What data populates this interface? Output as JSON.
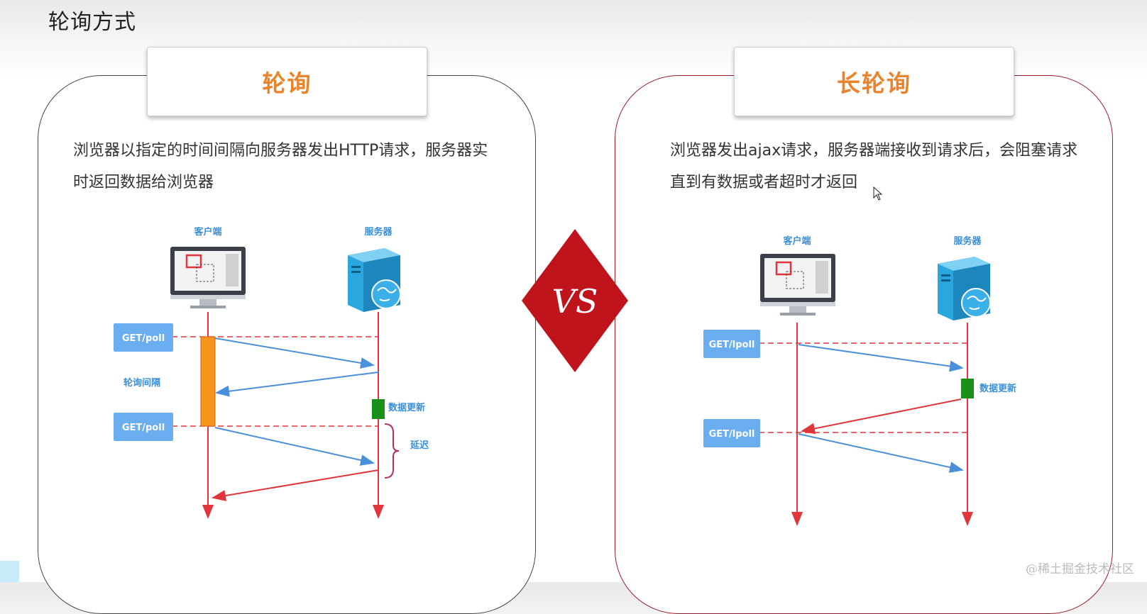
{
  "slide": {
    "title": "轮询方式",
    "watermark": "@稀土掘金技术社区"
  },
  "left_panel": {
    "tab_title": "轮询",
    "description": "浏览器以指定的时间间隔向服务器发出HTTP请求，服务器实时返回数据给浏览器",
    "diagram": {
      "client_label": "客户端",
      "server_label": "服务器",
      "request1_label": "GET/poll",
      "request2_label": "GET/poll",
      "interval_label": "轮询间隔",
      "update_label": "数据更新",
      "delay_label": "延迟"
    }
  },
  "vs_badge": {
    "text": "VS",
    "color": "#c0141c"
  },
  "right_panel": {
    "tab_title": "长轮询",
    "description": "浏览器发出ajax请求，服务器端接收到请求后，会阻塞请求直到有数据或者超时才返回",
    "diagram": {
      "client_label": "客户端",
      "server_label": "服务器",
      "request1_label": "GET/lpoll",
      "request2_label": "GET/lpoll",
      "update_label": "数据更新"
    }
  },
  "colors": {
    "accent_orange": "#e9842c",
    "border_red": "#9b1d2a",
    "arrow_blue": "#4a90d9",
    "arrow_red": "#e0353b",
    "button_blue": "#6aaef0",
    "update_green": "#1a8f1a"
  }
}
